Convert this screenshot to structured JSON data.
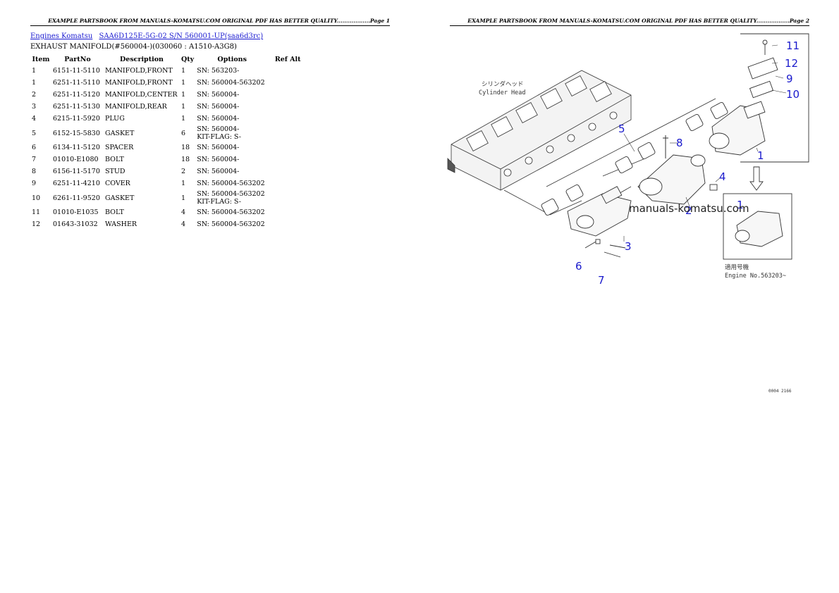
{
  "left_page": {
    "header": "EXAMPLE PARTSBOOK FROM MANUALS-KOMATSU.COM ORIGINAL PDF HAS BETTER QUALITY..................Page 1",
    "breadcrumb": {
      "link1": "Engines Komatsu",
      "link2": "SAA6D125E-5G-02 S/N 560001-UP(saa6d3rc)"
    },
    "subtitle": "EXHAUST MANIFOLD(#560004-)(030060 : A1510-A3G8)",
    "table": {
      "headers": [
        "Item",
        "PartNo",
        "Description",
        "Qty",
        "Options",
        "Ref Alt"
      ],
      "rows": [
        {
          "item": "1",
          "part": "6151-11-5110",
          "desc": "MANIFOLD,FRONT",
          "qty": "1",
          "opt1": "SN: 563203-",
          "opt2": ""
        },
        {
          "item": "1",
          "part": "6251-11-5110",
          "desc": "MANIFOLD,FRONT",
          "qty": "1",
          "opt1": "SN: 560004-563202",
          "opt2": ""
        },
        {
          "item": "2",
          "part": "6251-11-5120",
          "desc": "MANIFOLD,CENTER",
          "qty": "1",
          "opt1": "SN: 560004-",
          "opt2": ""
        },
        {
          "item": "3",
          "part": "6251-11-5130",
          "desc": "MANIFOLD,REAR",
          "qty": "1",
          "opt1": "SN: 560004-",
          "opt2": ""
        },
        {
          "item": "4",
          "part": "6215-11-5920",
          "desc": "PLUG",
          "qty": "1",
          "opt1": "SN: 560004-",
          "opt2": ""
        },
        {
          "item": "5",
          "part": "6152-15-5830",
          "desc": "GASKET",
          "qty": "6",
          "opt1": "SN: 560004-",
          "opt2": "KIT-FLAG: S-"
        },
        {
          "item": "6",
          "part": "6134-11-5120",
          "desc": "SPACER",
          "qty": "18",
          "opt1": "SN: 560004-",
          "opt2": ""
        },
        {
          "item": "7",
          "part": "01010-E1080",
          "desc": "BOLT",
          "qty": "18",
          "opt1": "SN: 560004-",
          "opt2": ""
        },
        {
          "item": "8",
          "part": "6156-11-5170",
          "desc": "STUD",
          "qty": "2",
          "opt1": "SN: 560004-",
          "opt2": ""
        },
        {
          "item": "9",
          "part": "6251-11-4210",
          "desc": "COVER",
          "qty": "1",
          "opt1": "SN: 560004-563202",
          "opt2": ""
        },
        {
          "item": "10",
          "part": "6261-11-9520",
          "desc": "GASKET",
          "qty": "1",
          "opt1": "SN: 560004-563202",
          "opt2": "KIT-FLAG: S-"
        },
        {
          "item": "11",
          "part": "01010-E1035",
          "desc": "BOLT",
          "qty": "4",
          "opt1": "SN: 560004-563202",
          "opt2": ""
        },
        {
          "item": "12",
          "part": "01643-31032",
          "desc": "WASHER",
          "qty": "4",
          "opt1": "SN: 560004-563202",
          "opt2": ""
        }
      ]
    }
  },
  "right_page": {
    "header": "EXAMPLE PARTSBOOK FROM MANUALS-KOMATSU.COM ORIGINAL PDF HAS BETTER QUALITY..................Page 2",
    "diagram": {
      "cylinder_head_jp": "シリンダヘッド",
      "cylinder_head_en": "Cylinder Head",
      "watermark": "manuals-komatsu.com",
      "callouts": [
        "1",
        "2",
        "3",
        "4",
        "5",
        "6",
        "7",
        "8",
        "9",
        "10",
        "11",
        "12",
        "1"
      ],
      "applies_jp": "適用号機",
      "engine_no": "Engine No.563203~",
      "figure_code": "0004 2166"
    }
  },
  "colors": {
    "link": "#1a1ad0",
    "callout": "#1a1acc"
  }
}
